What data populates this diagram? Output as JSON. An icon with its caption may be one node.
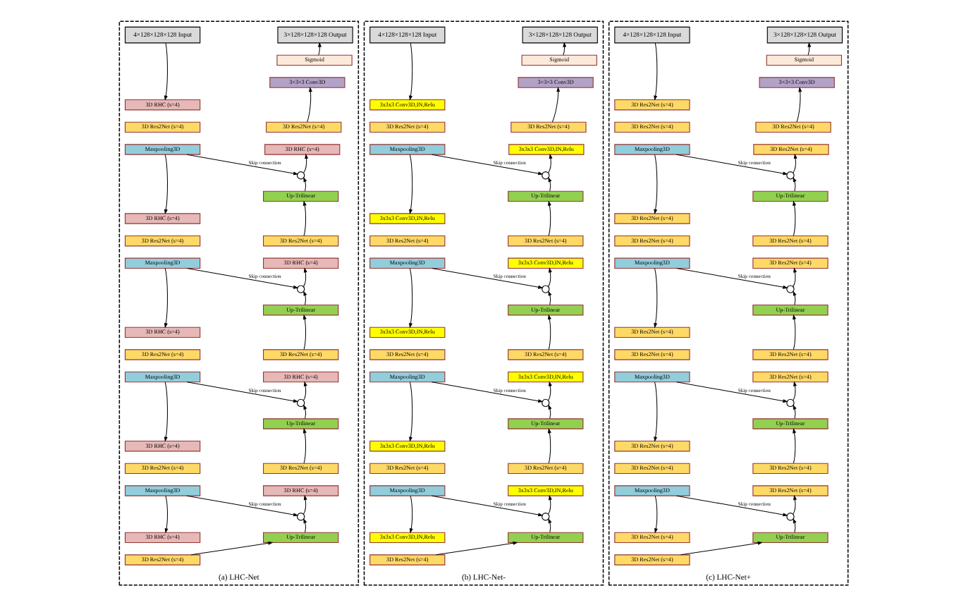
{
  "diagram": {
    "nodes": [
      {
        "text": [
          "(a) LHC-Net"
        ]
      },
      {
        "text": [
          "4×128×128×128 Input"
        ],
        "in": 0
      },
      {
        "text": [
          "3D RHC (s=4)"
        ],
        "in": 0
      },
      {
        "text": [
          "3D Res2Net (s=4)"
        ],
        "in": 0
      },
      {
        "text": [
          "Maxpooling3D"
        ],
        "in": 0
      },
      {
        "text": [
          "3D RHC (s=4)"
        ],
        "in": 0
      },
      {
        "text": [
          "3D Res2Net (s=4)"
        ],
        "in": 0
      },
      {
        "text": [
          "Maxpooling3D"
        ],
        "in": 0
      },
      {
        "text": [
          "3D RHC (s=4)"
        ],
        "in": 0
      },
      {
        "text": [
          "3D Res2Net (s=4)"
        ],
        "in": 0
      },
      {
        "text": [
          "Maxpooling3D"
        ],
        "in": 0
      },
      {
        "text": [
          "3D RHC (s=4)"
        ],
        "in": 0
      },
      {
        "text": [
          "3D Res2Net (s=4)"
        ],
        "in": 0
      },
      {
        "text": [
          "Maxpooling3D"
        ],
        "in": 0
      },
      {
        "text": [
          "3D RHC (s=4)"
        ],
        "in": 0
      },
      {
        "text": [
          "3D Res2Net (s=4)"
        ],
        "in": 0
      },
      {
        "text": [
          "3×128×128×128 Output"
        ],
        "in": 0
      },
      {
        "text": [
          "Sigmoid"
        ],
        "in": 0
      },
      {
        "text": [
          "3×3×3 Conv3D"
        ],
        "in": 0
      },
      {
        "text": [
          "3D Res2Net (s=4)"
        ],
        "in": 0
      },
      {
        "text": [
          "3D RHC (s=4)"
        ],
        "in": 0
      },
      {
        "text": [],
        "shape": "circle",
        "in": 0
      },
      {
        "text": [
          "Up-Trilinear"
        ],
        "in": 0
      },
      {
        "text": [
          "3D Res2Net (s=4)"
        ],
        "in": 0
      },
      {
        "text": [
          "3D RHC (s=4)"
        ],
        "in": 0
      },
      {
        "text": [],
        "shape": "circle",
        "in": 0
      },
      {
        "text": [
          "Up-Trilinear"
        ],
        "in": 0
      },
      {
        "text": [
          "3D Res2Net (s=4)"
        ],
        "in": 0
      },
      {
        "text": [
          "3D RHC (s=4)"
        ],
        "in": 0
      },
      {
        "text": [],
        "shape": "circle",
        "in": 0
      },
      {
        "text": [
          "Up-Trilinear"
        ],
        "in": 0
      },
      {
        "text": [
          "3D Res2Net (s=4)"
        ],
        "in": 0
      },
      {
        "text": [
          "3D RHC (s=4)"
        ],
        "in": 0
      },
      {
        "text": [],
        "shape": "circle",
        "in": 0
      },
      {
        "text": [
          "Up-Trilinear"
        ],
        "in": 0
      },
      {
        "text": [
          "(b) LHC-Net-"
        ]
      },
      {
        "text": [
          "4×128×128×128 Input"
        ],
        "in": 35
      },
      {
        "text": [
          "3x3x3 Conv3D,IN,Relu"
        ],
        "in": 35
      },
      {
        "text": [
          "3D Res2Net (s=4)"
        ],
        "in": 35
      },
      {
        "text": [
          "Maxpooling3D"
        ],
        "in": 35
      },
      {
        "text": [
          "3x3x3 Conv3D,IN,Relu"
        ],
        "in": 35
      },
      {
        "text": [
          "3D Res2Net (s=4)"
        ],
        "in": 35
      },
      {
        "text": [
          "Maxpooling3D"
        ],
        "in": 35
      },
      {
        "text": [
          "3x3x3 Conv3D,IN,Relu"
        ],
        "in": 35
      },
      {
        "text": [
          "3D Res2Net (s=4)"
        ],
        "in": 35
      },
      {
        "text": [
          "Maxpooling3D"
        ],
        "in": 35
      },
      {
        "text": [
          "3x3x3 Conv3D,IN,Relu"
        ],
        "in": 35
      },
      {
        "text": [
          "3D Res2Net (s=4)"
        ],
        "in": 35
      },
      {
        "text": [
          "Maxpooling3D"
        ],
        "in": 35
      },
      {
        "text": [
          "3x3x3 Conv3D,IN,Relu"
        ],
        "in": 35
      },
      {
        "text": [
          "3D Res2Net (s=4)"
        ],
        "in": 35
      },
      {
        "text": [
          "3×128×128×128 Output"
        ],
        "in": 35
      },
      {
        "text": [
          "Sigmoid"
        ],
        "in": 35
      },
      {
        "text": [
          "3×3×3 Conv3D"
        ],
        "in": 35
      },
      {
        "text": [
          "3D Res2Net (s=4)"
        ],
        "in": 35
      },
      {
        "text": [
          "3x3x3 Conv3D,IN,Relu"
        ],
        "in": 35
      },
      {
        "text": [],
        "shape": "circle",
        "in": 35
      },
      {
        "text": [
          "Up-Trilinear"
        ],
        "in": 35
      },
      {
        "text": [
          "3D Res2Net (s=4)"
        ],
        "in": 35
      },
      {
        "text": [
          "3x3x3 Conv3D,IN,Relu"
        ],
        "in": 35
      },
      {
        "text": [],
        "shape": "circle",
        "in": 35
      },
      {
        "text": [
          "Up-Trilinear"
        ],
        "in": 35
      },
      {
        "text": [
          "3D Res2Net (s=4)"
        ],
        "in": 35
      },
      {
        "text": [
          "3x3x3 Conv3D,IN,Relu"
        ],
        "in": 35
      },
      {
        "text": [],
        "shape": "circle",
        "in": 35
      },
      {
        "text": [
          "Up-Trilinear"
        ],
        "in": 35
      },
      {
        "text": [
          "3D Res2Net (s=4)"
        ],
        "in": 35
      },
      {
        "text": [
          "3x3x3 Conv3D,IN,Relu"
        ],
        "in": 35
      },
      {
        "text": [],
        "shape": "circle",
        "in": 35
      },
      {
        "text": [
          "Up-Trilinear"
        ],
        "in": 35
      },
      {
        "text": [
          "(c) LHC-Net+"
        ]
      },
      {
        "text": [
          "4×128×128×128 Input"
        ],
        "in": 70
      },
      {
        "text": [
          "3D Res2Net (s=4)"
        ],
        "in": 70
      },
      {
        "text": [
          "3D Res2Net (s=4)"
        ],
        "in": 70
      },
      {
        "text": [
          "Maxpooling3D"
        ],
        "in": 70
      },
      {
        "text": [
          "3D Res2Net (s=4)"
        ],
        "in": 70
      },
      {
        "text": [
          "3D Res2Net (s=4)"
        ],
        "in": 70
      },
      {
        "text": [
          "Maxpooling3D"
        ],
        "in": 70
      },
      {
        "text": [
          "3D Res2Net (s=4)"
        ],
        "in": 70
      },
      {
        "text": [
          "3D Res2Net (s=4)"
        ],
        "in": 70
      },
      {
        "text": [
          "Maxpooling3D"
        ],
        "in": 70
      },
      {
        "text": [
          "3D Res2Net (s=4)"
        ],
        "in": 70
      },
      {
        "text": [
          "3D Res2Net (s=4)"
        ],
        "in": 70
      },
      {
        "text": [
          "Maxpooling3D"
        ],
        "in": 70
      },
      {
        "text": [
          "3D Res2Net (s=4)"
        ],
        "in": 70
      },
      {
        "text": [
          "3D Res2Net (s=4)"
        ],
        "in": 70
      },
      {
        "text": [
          "3×128×128×128 Output"
        ],
        "in": 70
      },
      {
        "text": [
          "Sigmoid"
        ],
        "in": 70
      },
      {
        "text": [
          "3×3×3 Conv3D"
        ],
        "in": 70
      },
      {
        "text": [
          "3D Res2Net (s=4)"
        ],
        "in": 70
      },
      {
        "text": [
          "3D Res2Net (s=4)"
        ],
        "in": 70
      },
      {
        "text": [],
        "shape": "circle",
        "in": 70
      },
      {
        "text": [
          "Up-Trilinear"
        ],
        "in": 70
      },
      {
        "text": [
          "3D Res2Net (s=4)"
        ],
        "in": 70
      },
      {
        "text": [
          "3D Res2Net (s=4)"
        ],
        "in": 70
      },
      {
        "text": [],
        "shape": "circle",
        "in": 70
      },
      {
        "text": [
          "Up-Trilinear"
        ],
        "in": 70
      },
      {
        "text": [
          "3D Res2Net (s=4)"
        ],
        "in": 70
      },
      {
        "text": [
          "3D Res2Net (s=4)"
        ],
        "in": 70
      },
      {
        "text": [],
        "shape": "circle",
        "in": 70
      },
      {
        "text": [
          "Up-Trilinear"
        ],
        "in": 70
      },
      {
        "text": [
          "3D Res2Net (s=4)"
        ],
        "in": 70
      },
      {
        "text": [
          "3D Res2Net (s=4)"
        ],
        "in": 70
      },
      {
        "text": [],
        "shape": "circle",
        "in": 70
      },
      {
        "text": [
          "Up-Trilinear"
        ],
        "in": 70
      }
    ],
    "edges": [
      {
        "from": 1,
        "to": 2,
        "arrow": "to"
      },
      {
        "from": 4,
        "to": 5,
        "arrow": "to"
      },
      {
        "from": 7,
        "to": 8,
        "arrow": "to"
      },
      {
        "from": 10,
        "to": 11,
        "arrow": "to"
      },
      {
        "from": 13,
        "to": 14,
        "arrow": "to"
      },
      {
        "from": 4,
        "to": 21,
        "arrow": "to",
        "label": "Skip connection"
      },
      {
        "from": 7,
        "to": 25,
        "arrow": "to",
        "label": "Skip connection"
      },
      {
        "from": 10,
        "to": 29,
        "arrow": "to",
        "label": "Skip connection"
      },
      {
        "from": 13,
        "to": 33,
        "arrow": "to",
        "label": "Skip connection"
      },
      {
        "from": 15,
        "to": 34,
        "arrow": "to"
      },
      {
        "from": 34,
        "to": 33,
        "arrow": "to"
      },
      {
        "from": 33,
        "to": 32,
        "arrow": "to"
      },
      {
        "from": 31,
        "to": 30,
        "arrow": "to"
      },
      {
        "from": 30,
        "to": 29,
        "arrow": "to"
      },
      {
        "from": 29,
        "to": 28,
        "arrow": "to"
      },
      {
        "from": 27,
        "to": 26,
        "arrow": "to"
      },
      {
        "from": 26,
        "to": 25,
        "arrow": "to"
      },
      {
        "from": 25,
        "to": 24,
        "arrow": "to"
      },
      {
        "from": 23,
        "to": 22,
        "arrow": "to"
      },
      {
        "from": 22,
        "to": 21,
        "arrow": "to"
      },
      {
        "from": 21,
        "to": 20,
        "arrow": "to"
      },
      {
        "from": 19,
        "to": 18,
        "arrow": "to"
      },
      {
        "from": 17,
        "to": 16,
        "arrow": "to"
      },
      {
        "from": 36,
        "to": 37,
        "arrow": "to"
      },
      {
        "from": 39,
        "to": 40,
        "arrow": "to"
      },
      {
        "from": 42,
        "to": 43,
        "arrow": "to"
      },
      {
        "from": 45,
        "to": 46,
        "arrow": "to"
      },
      {
        "from": 48,
        "to": 49,
        "arrow": "to"
      },
      {
        "from": 39,
        "to": 56,
        "arrow": "to",
        "label": "Skip connection"
      },
      {
        "from": 42,
        "to": 60,
        "arrow": "to",
        "label": "Skip connection"
      },
      {
        "from": 45,
        "to": 64,
        "arrow": "to",
        "label": "Skip connection"
      },
      {
        "from": 48,
        "to": 68,
        "arrow": "to",
        "label": "Skip connection"
      },
      {
        "from": 50,
        "to": 69,
        "arrow": "to"
      },
      {
        "from": 69,
        "to": 68,
        "arrow": "to"
      },
      {
        "from": 68,
        "to": 67,
        "arrow": "to"
      },
      {
        "from": 66,
        "to": 65,
        "arrow": "to"
      },
      {
        "from": 65,
        "to": 64,
        "arrow": "to"
      },
      {
        "from": 64,
        "to": 63,
        "arrow": "to"
      },
      {
        "from": 62,
        "to": 61,
        "arrow": "to"
      },
      {
        "from": 61,
        "to": 60,
        "arrow": "to"
      },
      {
        "from": 60,
        "to": 59,
        "arrow": "to"
      },
      {
        "from": 58,
        "to": 57,
        "arrow": "to"
      },
      {
        "from": 57,
        "to": 56,
        "arrow": "to"
      },
      {
        "from": 56,
        "to": 55,
        "arrow": "to"
      },
      {
        "from": 54,
        "to": 53,
        "arrow": "to"
      },
      {
        "from": 52,
        "to": 51,
        "arrow": "to"
      },
      {
        "from": 71,
        "to": 72,
        "arrow": "to"
      },
      {
        "from": 74,
        "to": 75,
        "arrow": "to"
      },
      {
        "from": 77,
        "to": 78,
        "arrow": "to"
      },
      {
        "from": 80,
        "to": 81,
        "arrow": "to"
      },
      {
        "from": 83,
        "to": 84,
        "arrow": "to"
      },
      {
        "from": 74,
        "to": 91,
        "arrow": "to",
        "label": "Skip connection"
      },
      {
        "from": 77,
        "to": 95,
        "arrow": "to",
        "label": "Skip connection"
      },
      {
        "from": 80,
        "to": 99,
        "arrow": "to",
        "label": "Skip connection"
      },
      {
        "from": 83,
        "to": 103,
        "arrow": "to",
        "label": "Skip connection"
      },
      {
        "from": 85,
        "to": 104,
        "arrow": "to"
      },
      {
        "from": 104,
        "to": 103,
        "arrow": "to"
      },
      {
        "from": 103,
        "to": 102,
        "arrow": "to"
      },
      {
        "from": 101,
        "to": 100,
        "arrow": "to"
      },
      {
        "from": 100,
        "to": 99,
        "arrow": "to"
      },
      {
        "from": 99,
        "to": 98,
        "arrow": "to"
      },
      {
        "from": 97,
        "to": 96,
        "arrow": "to"
      },
      {
        "from": 96,
        "to": 95,
        "arrow": "to"
      },
      {
        "from": 95,
        "to": 94,
        "arrow": "to"
      },
      {
        "from": 93,
        "to": 92,
        "arrow": "to"
      },
      {
        "from": 92,
        "to": 91,
        "arrow": "to"
      },
      {
        "from": 91,
        "to": 90,
        "arrow": "to"
      },
      {
        "from": 89,
        "to": 88,
        "arrow": "to"
      },
      {
        "from": 87,
        "to": 86,
        "arrow": "to"
      }
    ]
  }
}
